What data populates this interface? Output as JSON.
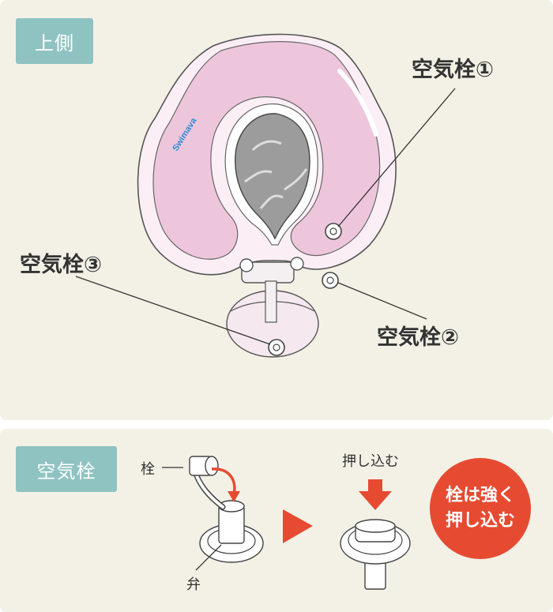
{
  "sections": {
    "top_title": "上側",
    "bottom_title": "空気栓"
  },
  "labels": {
    "valve1": "空気栓①",
    "valve2": "空気栓②",
    "valve3": "空気栓③",
    "brand": "Swimava",
    "plug": "栓",
    "valve_base": "弁",
    "push_in": "押し込む"
  },
  "badge": {
    "line1": "栓は強く",
    "line2": "押し込む"
  },
  "colors": {
    "panel_bg": "#f3f1e6",
    "tag_bg": "#8fc3c2",
    "ring_pink": "#eec6dc",
    "accent_red": "#e64b32",
    "brand_blue": "#2a8ed6"
  }
}
